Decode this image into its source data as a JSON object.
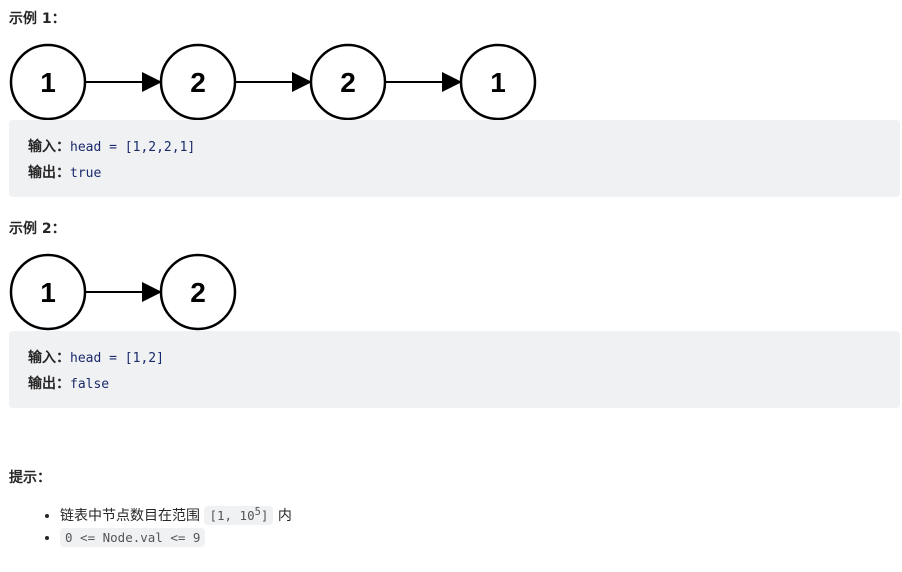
{
  "example1": {
    "title": "示例 1：",
    "nodes": [
      "1",
      "2",
      "2",
      "1"
    ],
    "input_label": "输入：",
    "input": "head = [1,2,2,1]",
    "output_label": "输出：",
    "output": "true"
  },
  "example2": {
    "title": "示例 2：",
    "nodes": [
      "1",
      "2"
    ],
    "input_label": "输入：",
    "input": "head = [1,2]",
    "output_label": "输出：",
    "output": "false"
  },
  "hints": {
    "title": "提示：",
    "item1_text": "链表中节点数目在范围",
    "item1_code": "[1, 10",
    "item1_sup": "5",
    "item1_code_end": "]",
    "item1_suffix": "内",
    "item2_code": "0 <= Node.val <= 9"
  }
}
